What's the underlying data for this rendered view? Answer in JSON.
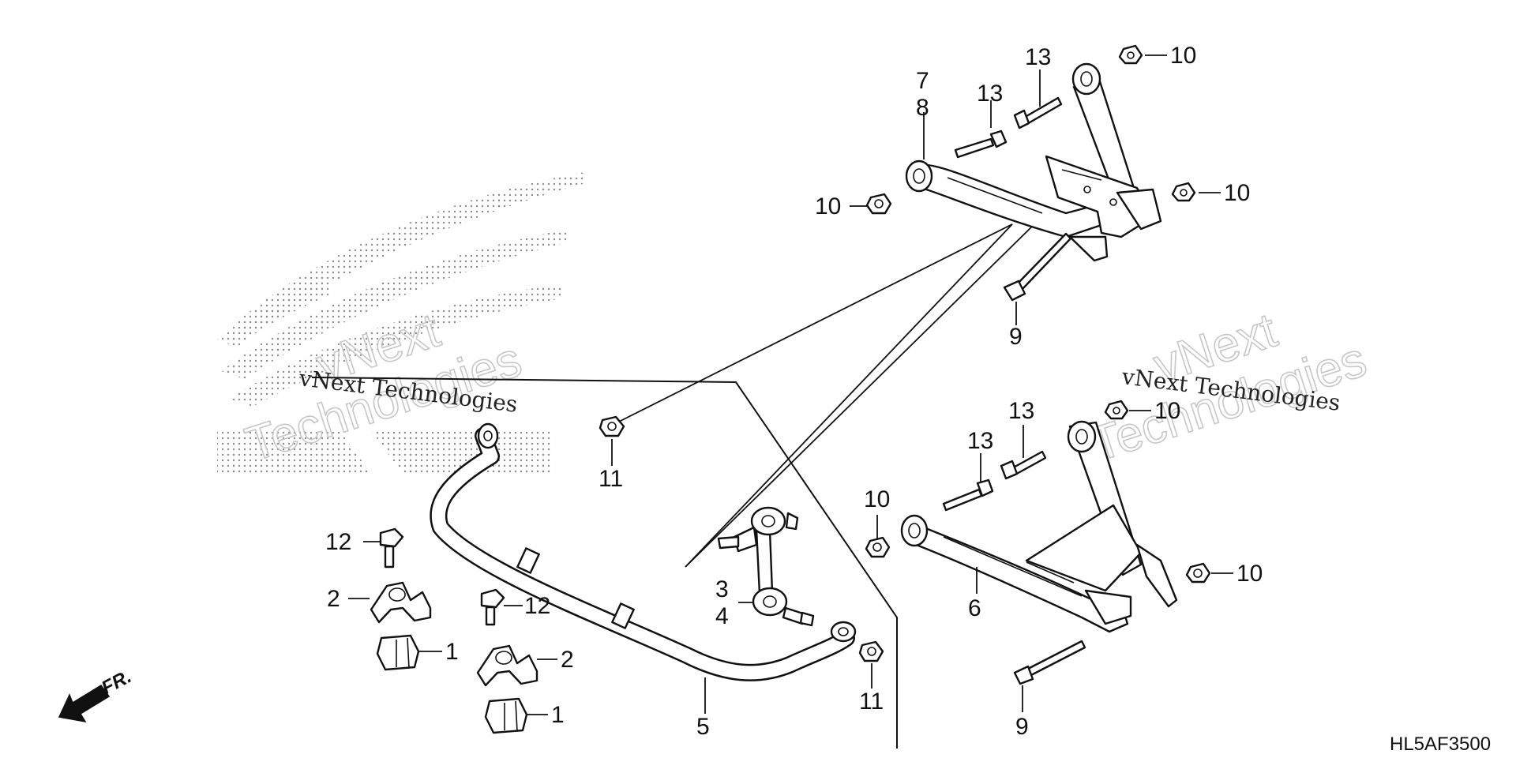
{
  "diagram": {
    "callouts": {
      "c1_upper": "1",
      "c1_lower": "1",
      "c2_upper": "2",
      "c2_lower": "2",
      "c3": "3",
      "c4": "4",
      "c5": "5",
      "c6": "6",
      "c7": "7",
      "c8": "8",
      "c9_upper": "9",
      "c9_lower": "9",
      "c10_a": "10",
      "c10_b": "10",
      "c10_c": "10",
      "c10_d": "10",
      "c10_e": "10",
      "c10_f": "10",
      "c11_upper": "11",
      "c11_lower": "11",
      "c12_left": "12",
      "c12_right": "12",
      "c13_a": "13",
      "c13_b": "13",
      "c13_c": "13",
      "c13_d": "13"
    },
    "direction_label": "FR.",
    "diagram_code": "HL5AF3500",
    "watermark": {
      "small_text": "vNext Technologies",
      "big_line1": "vNext",
      "big_line2": "Technologies"
    }
  }
}
